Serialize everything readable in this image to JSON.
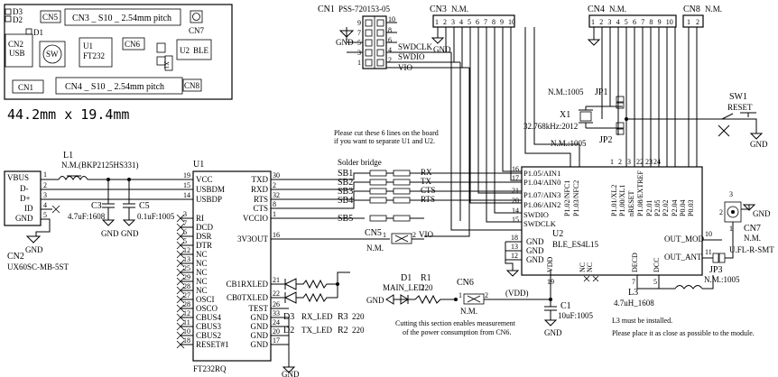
{
  "board": {
    "dimension": "44.2mm x 19.4mm",
    "labels": [
      "D3",
      "D2",
      "CN5",
      "CN3 _ S10 _ 2.54mm pitch",
      "CN7",
      "D1",
      "CN2",
      "USB",
      "SW",
      "U1",
      "FT232",
      "CN6",
      "U2",
      "BLE",
      "X1",
      "CN1",
      "CN4 _ S10 _ 2.54mm pitch",
      "CN8"
    ]
  },
  "connectors": {
    "cn1": {
      "ref": "CN1",
      "part": "PSS-720153-05",
      "pins_left": [
        "9",
        "7",
        "5",
        "3",
        "1"
      ],
      "pins_right": [
        "10",
        "8",
        "6",
        "4",
        "2"
      ],
      "signals": [
        "SWDCLK",
        "SWDIO",
        "VIO"
      ],
      "gnd": "GND"
    },
    "cn3": {
      "ref": "CN3",
      "value": "N.M.",
      "pins": [
        "1",
        "2",
        "3",
        "4",
        "5",
        "6",
        "7",
        "8",
        "9",
        "10"
      ],
      "gnd": "GND"
    },
    "cn4": {
      "ref": "CN4",
      "value": "N.M.",
      "pins": [
        "1",
        "2",
        "3",
        "4",
        "5",
        "6",
        "7",
        "8",
        "9",
        "10"
      ]
    },
    "cn8": {
      "ref": "CN8",
      "value": "N.M.",
      "pins": [
        "1",
        "2"
      ]
    },
    "cn2": {
      "ref": "CN2",
      "part": "UX60SC-MB-5ST",
      "pins": [
        "VBUS",
        "D-",
        "D+",
        "ID",
        "GND"
      ],
      "nums": [
        "1",
        "2",
        "3",
        "4",
        "5"
      ]
    },
    "cn5": {
      "ref": "CN5",
      "value": "N.M.",
      "p1": "1",
      "p2": "2",
      "net": "VIO"
    },
    "cn6": {
      "ref": "CN6",
      "value": "N.M.",
      "p1": "1",
      "p2": "2",
      "net": "(VDD)"
    },
    "cn7": {
      "ref": "CN7",
      "value": "N.M.",
      "part": "U.FL-R-SMT",
      "pins": [
        "3",
        "2",
        "1"
      ],
      "gnd": "GND"
    }
  },
  "u1": {
    "ref": "U1",
    "part": "FT232RQ",
    "left_pins": [
      "VCC",
      "USBDM",
      "USBDP",
      "",
      "RI",
      "DCD",
      "DSR",
      "DTR",
      "NC",
      "NC",
      "NC",
      "NC",
      "NC",
      "OSCI",
      "OSCO",
      "CBUS4",
      "CBUS3",
      "CBUS2",
      "RESET#1"
    ],
    "left_nums": [
      "19",
      "15",
      "14",
      "",
      "3",
      "7",
      "6",
      "5",
      "12",
      "13",
      "25",
      "29",
      "28",
      "27",
      "28",
      "12",
      "11",
      "10",
      "18"
    ],
    "right_pins": [
      "TXD",
      "RXD",
      "RTS",
      "CTS",
      "VCCIO",
      "3V3OUT",
      "CB1RXLED",
      "CB0TXLED",
      "TEST",
      "GND",
      "GND",
      "GND",
      "GND"
    ],
    "right_nums": [
      "30",
      "2",
      "32",
      "8",
      "1",
      "16",
      "21",
      "22",
      "26",
      "33",
      "24",
      "20",
      "17"
    ],
    "gnd": "GND"
  },
  "u2": {
    "ref": "U2",
    "part": "BLE_ES4L15",
    "left_pins": [
      "P1.05/AIN1",
      "P1.04/AIN0",
      "P1.07/AIN3",
      "P1.06/AIN2",
      "SWDIO",
      "SWDCLK"
    ],
    "left_nums": [
      "16",
      "17",
      "21",
      "20",
      "14",
      "15"
    ],
    "top_pins": [
      "P1.02/NFC1",
      "P1.03/NFC2",
      "P1.01/XL2",
      "P1.00/XL1",
      "nRESET",
      "P1.08/EXTREF",
      "P2.01",
      "P2.05",
      "P2.02",
      "P2.04",
      "P0.04",
      "P0.03"
    ],
    "top_nums": [
      "",
      "",
      "1",
      "2",
      "3",
      "22",
      "23",
      "24",
      "",
      "",
      "",
      ""
    ],
    "gnd_nums": [
      "18",
      "13",
      "12",
      "9"
    ],
    "gnd": "GND",
    "bottom_pins": [
      "VDD",
      "NC",
      "NC",
      "DECD",
      "DCC"
    ],
    "bottom_nums": [
      "19",
      "",
      "",
      "7",
      "5"
    ],
    "right_pins": [
      "OUT_MOD",
      "OUT_ANT"
    ],
    "right_nums": [
      "10",
      "11"
    ]
  },
  "bridge": {
    "title": "Solder bridge",
    "note": [
      "Please cut these 6 lines on the board",
      "if you want to separate U1 and U2."
    ],
    "items": [
      {
        "ref": "SB1",
        "net": "RX"
      },
      {
        "ref": "SB2",
        "net": "TX"
      },
      {
        "ref": "SB3",
        "net": "CTS"
      },
      {
        "ref": "SB4",
        "net": "RTS"
      },
      {
        "ref": "SB5",
        "net": ""
      }
    ]
  },
  "parts": {
    "l1": {
      "ref": "L1",
      "value": "N.M.(BKP2125HS331)"
    },
    "c3": {
      "ref": "C3",
      "value": "4.7uF:1608"
    },
    "c5": {
      "ref": "C5",
      "value": "0.1uF:1005"
    },
    "x1": {
      "ref": "X1",
      "value": "32.768kHz:2012"
    },
    "jp1": {
      "ref": "JP1",
      "value": "N.M.:1005"
    },
    "jp2": {
      "ref": "JP2",
      "value": "N.M.:1005"
    },
    "jp3": {
      "ref": "JP3",
      "value": "N.M.:1005"
    },
    "sw1": {
      "ref": "SW1",
      "value": "RESET"
    },
    "d1": {
      "ref": "D1",
      "value": "MAIN_LED"
    },
    "r1": {
      "ref": "R1",
      "value": "220"
    },
    "c1": {
      "ref": "C1",
      "value": "10uF:1005"
    },
    "l3": {
      "ref": "L3",
      "value": "4.7uH_1608"
    },
    "d3": {
      "ref": "D3",
      "value": "RX_LED"
    },
    "d2": {
      "ref": "D2",
      "value": "TX_LED"
    },
    "r3": {
      "ref": "R3",
      "value": "220"
    },
    "r2": {
      "ref": "R2",
      "value": "220"
    }
  },
  "notes": {
    "cut": [
      "Cutting this section enables measurement",
      "of the power consumption from CN6."
    ],
    "l3": [
      "L3 must be installed.",
      "Please place it as close as possible to the module."
    ]
  },
  "gnd_label": "GND"
}
